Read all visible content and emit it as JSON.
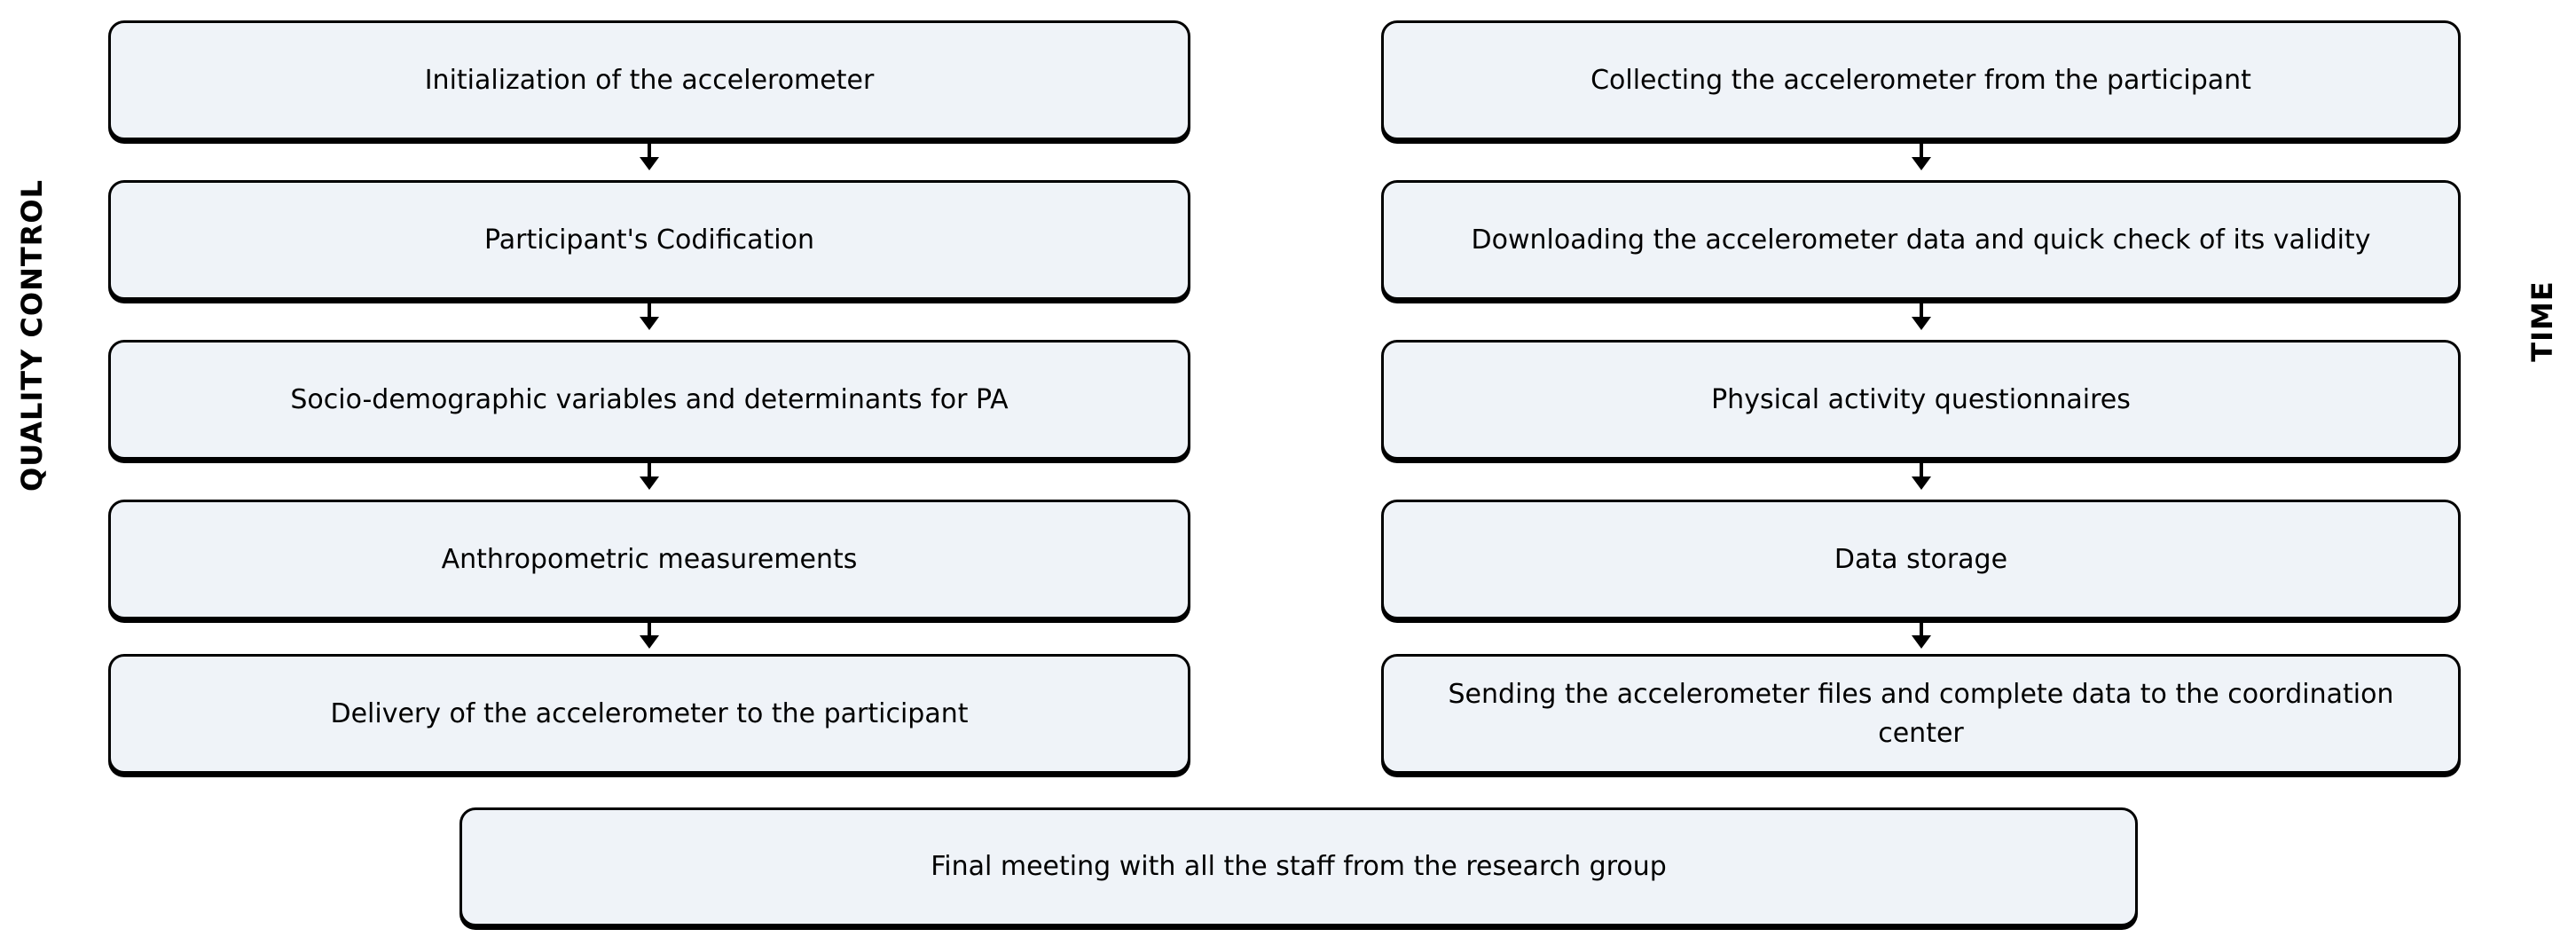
{
  "labels": {
    "left_axis": "QUALITY CONTROL",
    "right_axis": "TIME"
  },
  "columns": [
    {
      "name": "quality-control-steps",
      "boxes": [
        "Initialization of the accelerometer",
        "Participant's Codification",
        "Socio-demographic variables and determinants for PA",
        "Anthropometric measurements",
        "Delivery of the accelerometer to the participant"
      ]
    },
    {
      "name": "time-steps",
      "boxes": [
        "Collecting the accelerometer from the participant",
        "Downloading the accelerometer data and quick check of its validity",
        "Physical activity questionnaires",
        "Data storage",
        "Sending the accelerometer files and complete data to the coordination center"
      ]
    }
  ],
  "final_box": "Final meeting with all the staff from the research group",
  "colors": {
    "background": "#ffffff",
    "box_fill": "#eff3f8",
    "box_border": "#000000",
    "arrow": "#000000",
    "text": "#000000"
  }
}
